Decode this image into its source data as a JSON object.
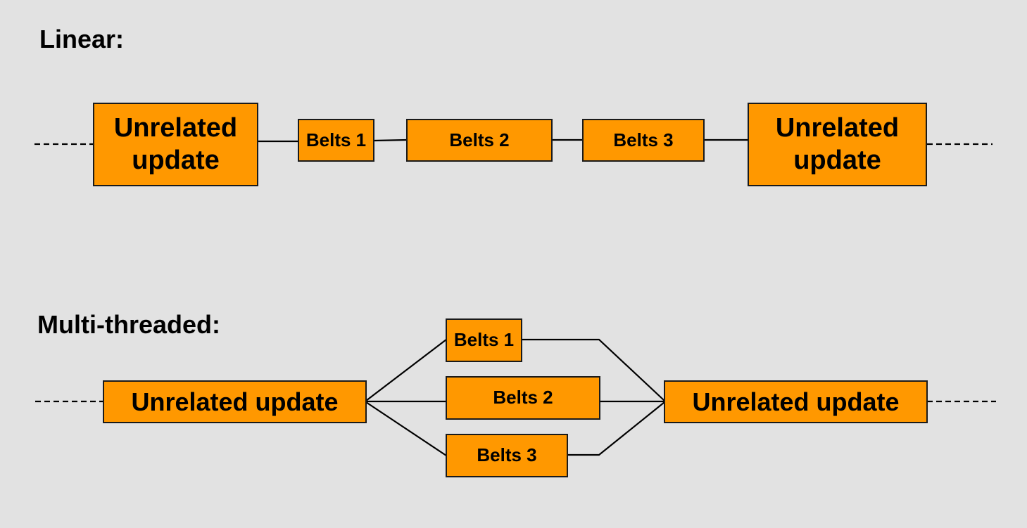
{
  "linear": {
    "heading": "Linear:",
    "nodes": [
      {
        "id": "unrelated-left",
        "label": "Unrelated update"
      },
      {
        "id": "belts-1",
        "label": "Belts 1"
      },
      {
        "id": "belts-2",
        "label": "Belts 2"
      },
      {
        "id": "belts-3",
        "label": "Belts 3"
      },
      {
        "id": "unrelated-right",
        "label": "Unrelated update"
      }
    ],
    "edges": [
      [
        "unrelated-left",
        "belts-1"
      ],
      [
        "belts-1",
        "belts-2"
      ],
      [
        "belts-2",
        "belts-3"
      ],
      [
        "belts-3",
        "unrelated-right"
      ]
    ]
  },
  "multithreaded": {
    "heading": "Multi-threaded:",
    "nodes": [
      {
        "id": "unrelated-left",
        "label": "Unrelated update"
      },
      {
        "id": "belts-1",
        "label": "Belts 1"
      },
      {
        "id": "belts-2",
        "label": "Belts 2"
      },
      {
        "id": "belts-3",
        "label": "Belts 3"
      },
      {
        "id": "unrelated-right",
        "label": "Unrelated update"
      }
    ],
    "edges": [
      [
        "unrelated-left",
        "belts-1"
      ],
      [
        "unrelated-left",
        "belts-2"
      ],
      [
        "unrelated-left",
        "belts-3"
      ],
      [
        "belts-1",
        "unrelated-right"
      ],
      [
        "belts-2",
        "unrelated-right"
      ],
      [
        "belts-3",
        "unrelated-right"
      ]
    ]
  },
  "colors": {
    "background": "#e2e2e2",
    "box_fill": "#ff9800",
    "box_border": "#1a1a1a",
    "line": "#000000"
  }
}
